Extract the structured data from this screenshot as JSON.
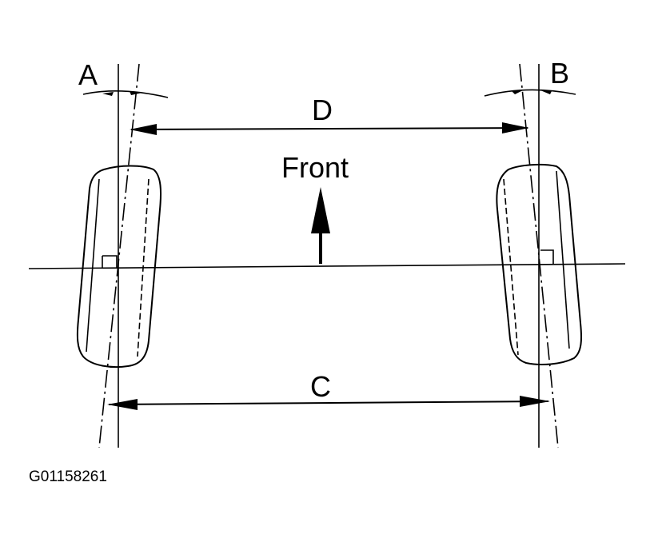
{
  "labels": {
    "a": "A",
    "b": "B",
    "c": "C",
    "d": "D",
    "front": "Front",
    "figure_id": "G01158261"
  }
}
